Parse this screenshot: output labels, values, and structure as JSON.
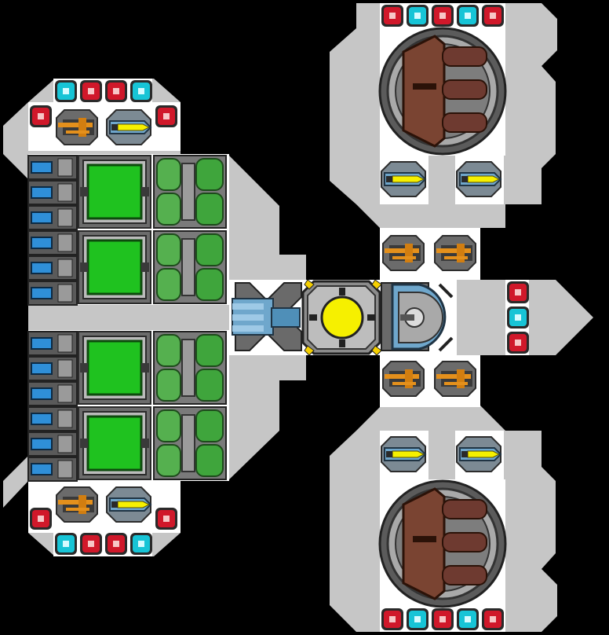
{
  "palette": {
    "background": "#000000",
    "hull": "#c6c6c6",
    "deck": "#ffffff",
    "frame": "#4a4a4a",
    "panel": "#8c8c8c",
    "red": "#d0182a",
    "cyan": "#17c4d6",
    "green": "#1fc21f",
    "green_tank": "#55b04f",
    "blue_cell": "#2f8fd8",
    "yellow": "#f6f000",
    "orange": "#e4901c",
    "rust": "#7a4432",
    "steel_blue": "#6fa7cc"
  },
  "blocks": {
    "cannon_turrets": 2,
    "green_reactor_bays": 4,
    "core": "yellow-core",
    "top_armor_lights": [
      "red",
      "cyan",
      "red",
      "cyan",
      "red"
    ],
    "left_armor_lights": [
      "cyan",
      "red",
      "red",
      "cyan"
    ],
    "right_armor_lights": [
      "red",
      "cyan",
      "red"
    ]
  }
}
